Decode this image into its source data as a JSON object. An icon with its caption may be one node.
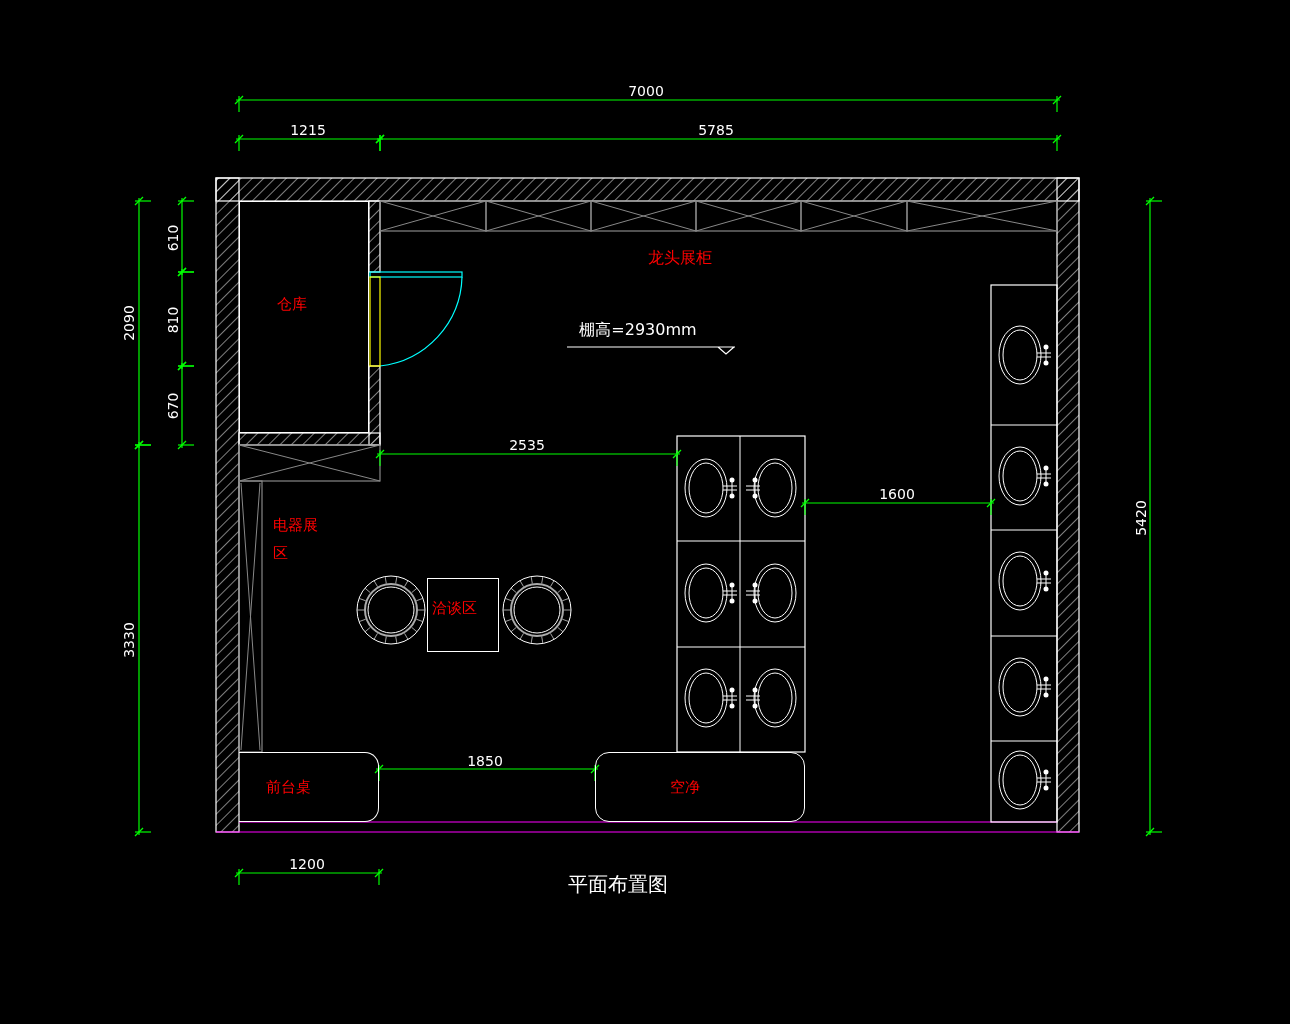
{
  "diagram": {
    "caption": "平面布置图",
    "nodes": [
      {
        "text": [
          "仓库"
        ]
      },
      {
        "text": [
          "洽谈区"
        ]
      },
      {
        "text": [
          "前台桌"
        ]
      },
      {
        "text": [
          "空净"
        ]
      }
    ],
    "labels": [
      "7000",
      "1215",
      "5785",
      "龙头展柜",
      "2090",
      "610",
      "810",
      "670",
      "棚高=2930mm",
      "2535",
      "1600",
      "电器展区",
      "5420",
      "3330",
      "1850",
      "1200"
    ]
  }
}
